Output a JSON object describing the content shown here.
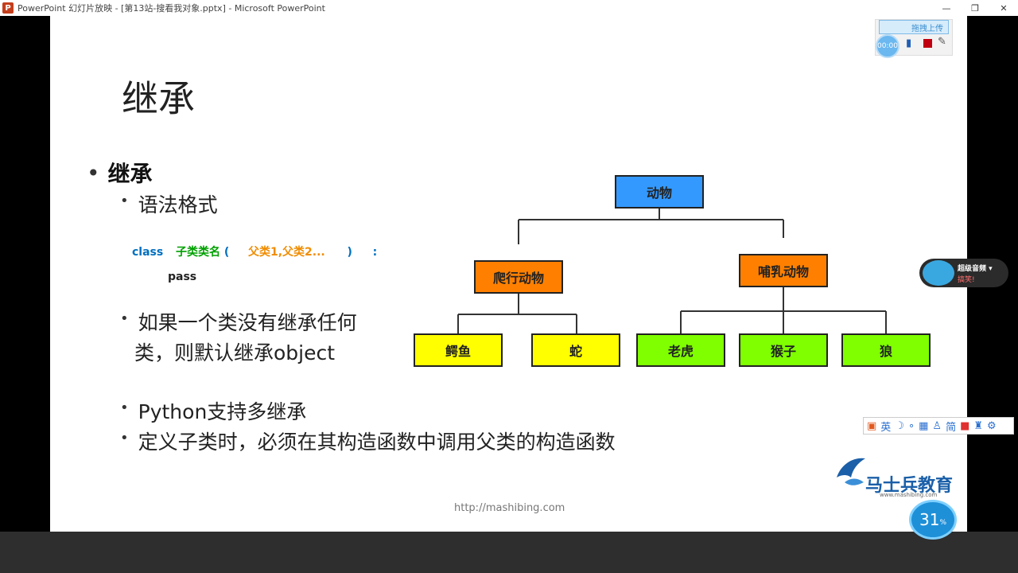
{
  "window": {
    "title": "PowerPoint 幻灯片放映 - [第13站-搜看我对象.pptx] - Microsoft PowerPoint",
    "app_icon_letter": "P",
    "controls": [
      "—",
      "❐",
      "✕"
    ]
  },
  "slide": {
    "title": "继承",
    "bullet_main": "继承",
    "bullet_syntax": "语法格式",
    "code": {
      "keyword": "class",
      "subclass": "子类类名",
      "open_paren": "(",
      "parents": "父类1,父类2...",
      "close_paren": ")",
      "colon": ":",
      "pass": "pass"
    },
    "bullet_default_line1": "如果一个类没有继承任何",
    "bullet_default_line2": "类，则默认继承object",
    "bullet_multi": "Python支持多继承",
    "bullet_constructor": "定义子类时，必须在其构造函数中调用父类的构造函数",
    "url": "http://mashibing.com"
  },
  "diagram": {
    "root": "动物",
    "mid_left": "爬行动物",
    "mid_right": "哺乳动物",
    "leaf1": "鳄鱼",
    "leaf2": "蛇",
    "leaf3": "老虎",
    "leaf4": "猴子",
    "leaf5": "狼",
    "colors": {
      "root": "#3399ff",
      "mid": "#ff8000",
      "reptile_leaf": "#ffff00",
      "mammal_leaf": "#7fff00"
    }
  },
  "logo": {
    "name": "马士兵教育",
    "sub": "www.mashibing.com"
  },
  "recorder": {
    "upload_label": "拖拽上传",
    "timer": "00:00"
  },
  "widget": {
    "line1": "超级音频 ▾",
    "line2": "搞笑!"
  },
  "ime": {
    "items": [
      "英",
      "简"
    ]
  },
  "percent": "31"
}
